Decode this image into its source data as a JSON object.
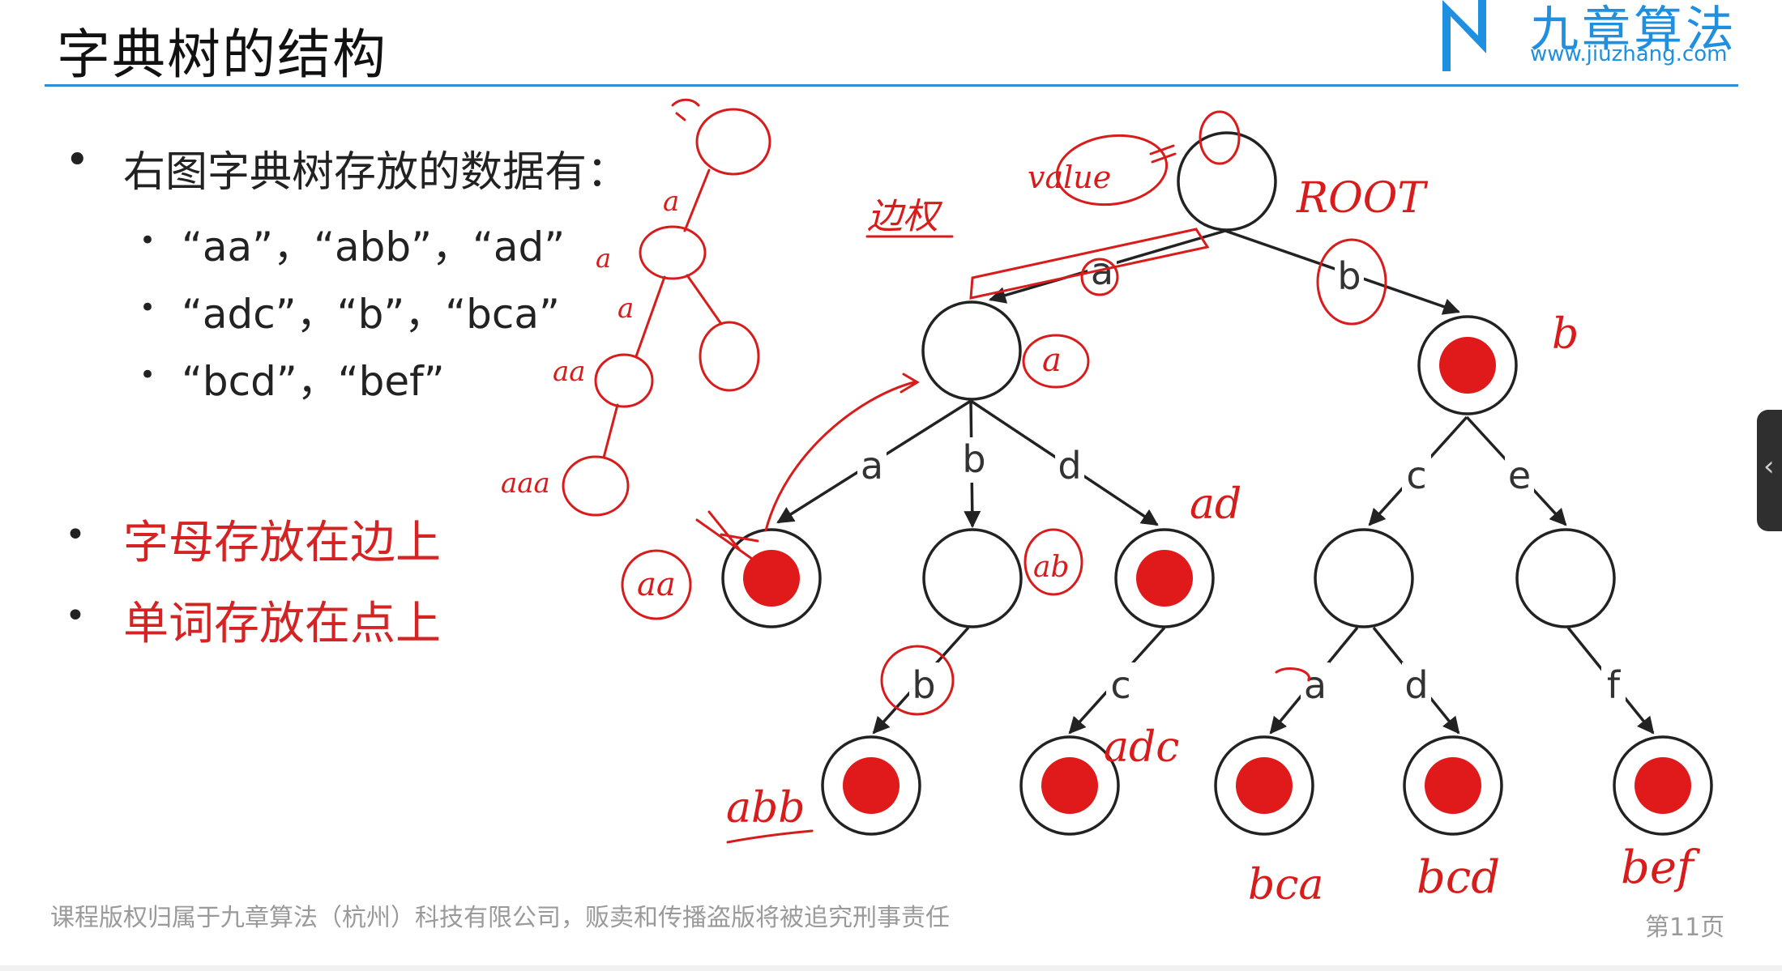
{
  "slide": {
    "title": "字典树的结构",
    "brand_name": "九章算法",
    "brand_url": "www.jiuzhang.com",
    "footer": "课程版权归属于九章算法（杭州）科技有限公司，贩卖和传播盗版将被追究刑事责任",
    "page_number": "第11页"
  },
  "bullets": {
    "intro": "右图字典树存放的数据有：",
    "words_line_1": "“aa”，“abb”，“ad”",
    "words_line_2": "“adc”，“b”，“bca”",
    "words_line_3": "“bcd”，“bef”",
    "point_edges": "字母存放在边上",
    "point_nodes": "单词存放在点上"
  },
  "tree": {
    "edge_labels": {
      "root_a": "a",
      "root_b": "b",
      "a_a": "a",
      "a_b": "b",
      "a_d": "d",
      "b_c": "c",
      "b_e": "e",
      "ab_b": "b",
      "ad_c": "c",
      "bc_a": "a",
      "bc_d": "d",
      "be_f": "f"
    }
  },
  "annotations": {
    "root": "ROOT",
    "value": "value",
    "edge_weight": "边权",
    "b": "b",
    "ad": "ad",
    "aa": "aa",
    "ab": "ab",
    "a": "a",
    "abb": "abb",
    "adc": "adc",
    "bca": "bca",
    "bcd": "bcd",
    "bef": "bef",
    "sketch_a1": "a",
    "sketch_a2": "a",
    "sketch_a3": "a",
    "sketch_aa": "aa",
    "sketch_aaa": "aaa"
  },
  "colors": {
    "accent_red": "#d52323",
    "ink_red": "#d81c1c",
    "title_rule": "#2a8fd6",
    "node_fill": "#e01a1a"
  }
}
